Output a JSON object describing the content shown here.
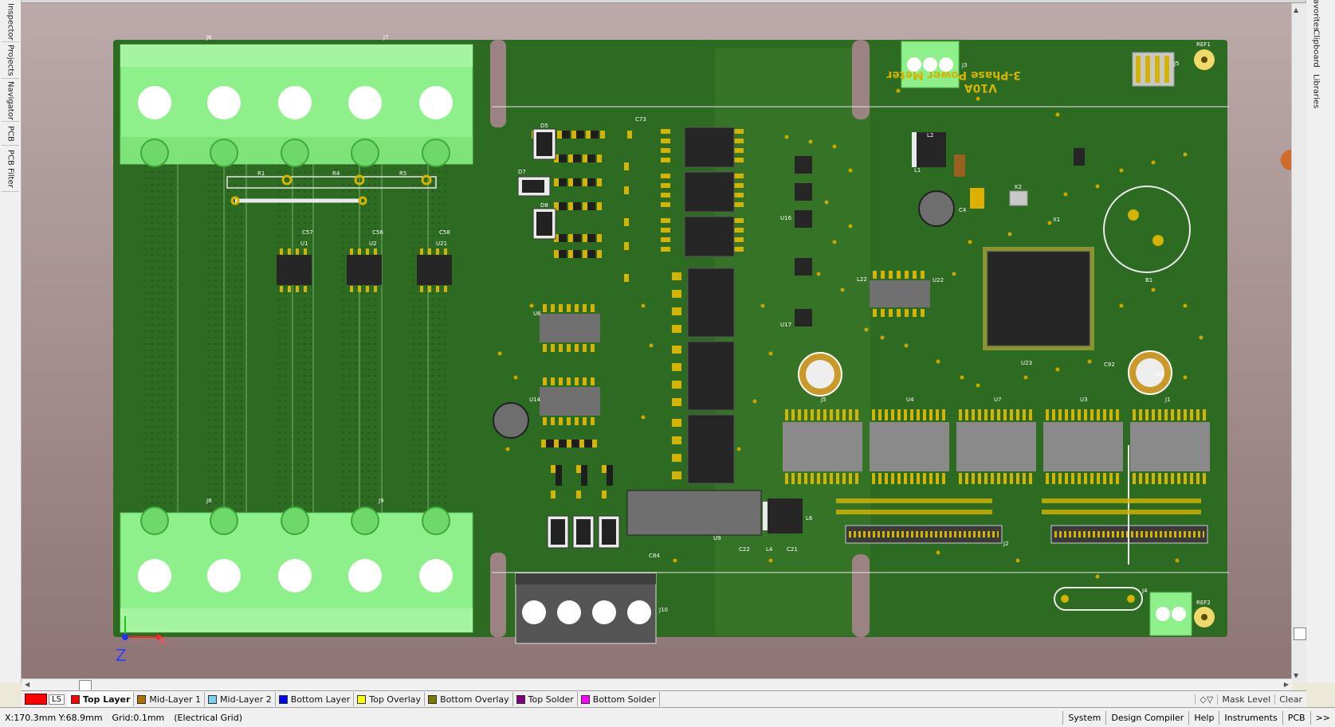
{
  "left_panels": [
    "Inspector",
    "Projects",
    "Navigator",
    "PCB",
    "PCB Filter"
  ],
  "right_panels": [
    "Favorites",
    "Clipboard",
    "Libraries"
  ],
  "board": {
    "title": "3-Phase Power Meter",
    "version": "V10A",
    "colors": {
      "background": "#9a7f7f",
      "board": "#2e6b24",
      "board_light": "#3f7a2e",
      "copper": "#d4b400",
      "connector": "#8ef08a",
      "ic": "#2a2a2a",
      "silk": "#ffffff"
    },
    "labels": {
      "j6": "J6",
      "j7": "J7",
      "j8": "J8",
      "j9": "J9",
      "j10": "J10",
      "j3": "J3",
      "j4": "J4",
      "j5": "J5",
      "j1": "J1",
      "j2": "J2",
      "u23": "U23",
      "u9": "U9",
      "b1": "B1",
      "u14": "U14",
      "u6": "U6",
      "l6": "L6",
      "l1": "L1",
      "l2": "L2",
      "l22": "L22",
      "ref1": "REF1",
      "ref2": "REF2",
      "j_u4": "U4",
      "j_u7": "U7",
      "j_u3": "U3",
      "u1": "U1",
      "u2": "U2",
      "u21": "U21",
      "c57": "C57",
      "c56": "C56",
      "c58": "C58",
      "r1": "R1",
      "r4": "R4",
      "r5": "R5",
      "c83": "C83",
      "c92": "C92",
      "d5": "D5",
      "d7": "D7",
      "d8": "D8",
      "c73": "C73",
      "x1": "X1",
      "k2": "K2",
      "c4": "C4",
      "u22": "U22",
      "u16": "U16",
      "u17": "U17",
      "c22": "C22",
      "c21": "C21",
      "l4": "L4",
      "c84": "C84"
    }
  },
  "layer_tabs": [
    {
      "label": "Top Layer",
      "color": "#ff0000"
    },
    {
      "label": "Mid-Layer 1",
      "color": "#b07000"
    },
    {
      "label": "Mid-Layer 2",
      "color": "#79d0f0"
    },
    {
      "label": "Bottom Layer",
      "color": "#0000ff"
    },
    {
      "label": "Top Overlay",
      "color": "#ffff00"
    },
    {
      "label": "Bottom Overlay",
      "color": "#7a7a00"
    },
    {
      "label": "Top Solder",
      "color": "#800080"
    },
    {
      "label": "Bottom Solder",
      "color": "#ff00ff"
    }
  ],
  "ls_label": "LS",
  "layer_right": [
    "Mask Level",
    "Clear"
  ],
  "status": {
    "coords": "X:170.3mm Y:68.9mm",
    "grid": "Grid:0.1mm",
    "grid_type": "(Electrical Grid)",
    "buttons": [
      "System",
      "Design Compiler",
      "Help",
      "Instruments",
      "PCB"
    ],
    "more": ">>"
  }
}
